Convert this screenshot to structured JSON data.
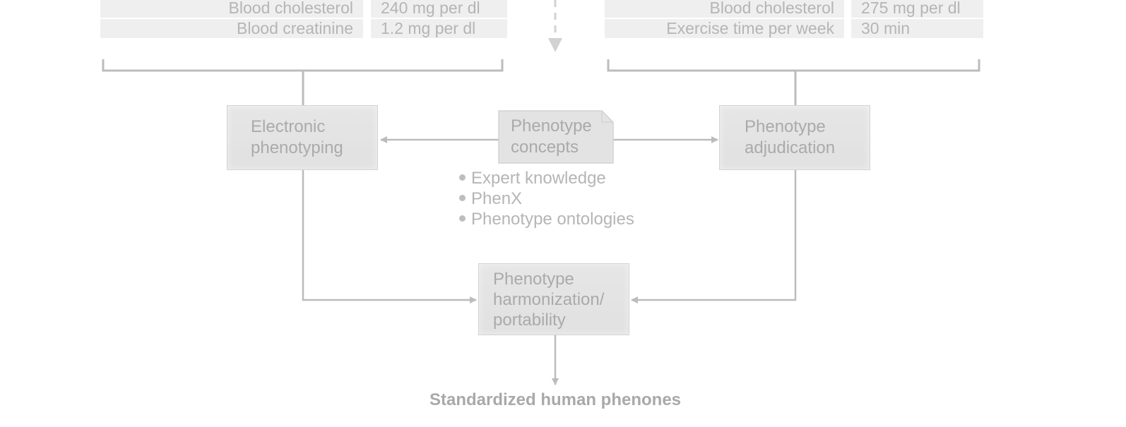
{
  "left_table": {
    "rows": [
      {
        "label": "Blood cholesterol",
        "value": "240 mg per dl"
      },
      {
        "label": "Blood creatinine",
        "value": "1.2 mg per dl"
      }
    ]
  },
  "right_table": {
    "rows": [
      {
        "label": "Blood cholesterol",
        "value": "275 mg per dl"
      },
      {
        "label": "Exercise time per week",
        "value": "30 min"
      }
    ]
  },
  "nodes": {
    "electronic_phenotyping": {
      "line1": "Electronic",
      "line2": "phenotyping"
    },
    "phenotype_concepts": {
      "line1": "Phenotype",
      "line2": "concepts"
    },
    "phenotype_adjudication": {
      "line1": "Phenotype",
      "line2": "adjudication"
    },
    "phenotype_harmonization": {
      "line1": "Phenotype",
      "line2": "harmonization/",
      "line3": "portability"
    }
  },
  "concept_sources": [
    "Expert knowledge",
    "PhenX",
    "Phenotype ontologies"
  ],
  "output_label": "Standardized human phenones",
  "colors": {
    "line": "#bcbcbc",
    "box_fill": "#e3e3e3",
    "table_fill": "#efefef",
    "text": "#b5b5b5"
  }
}
